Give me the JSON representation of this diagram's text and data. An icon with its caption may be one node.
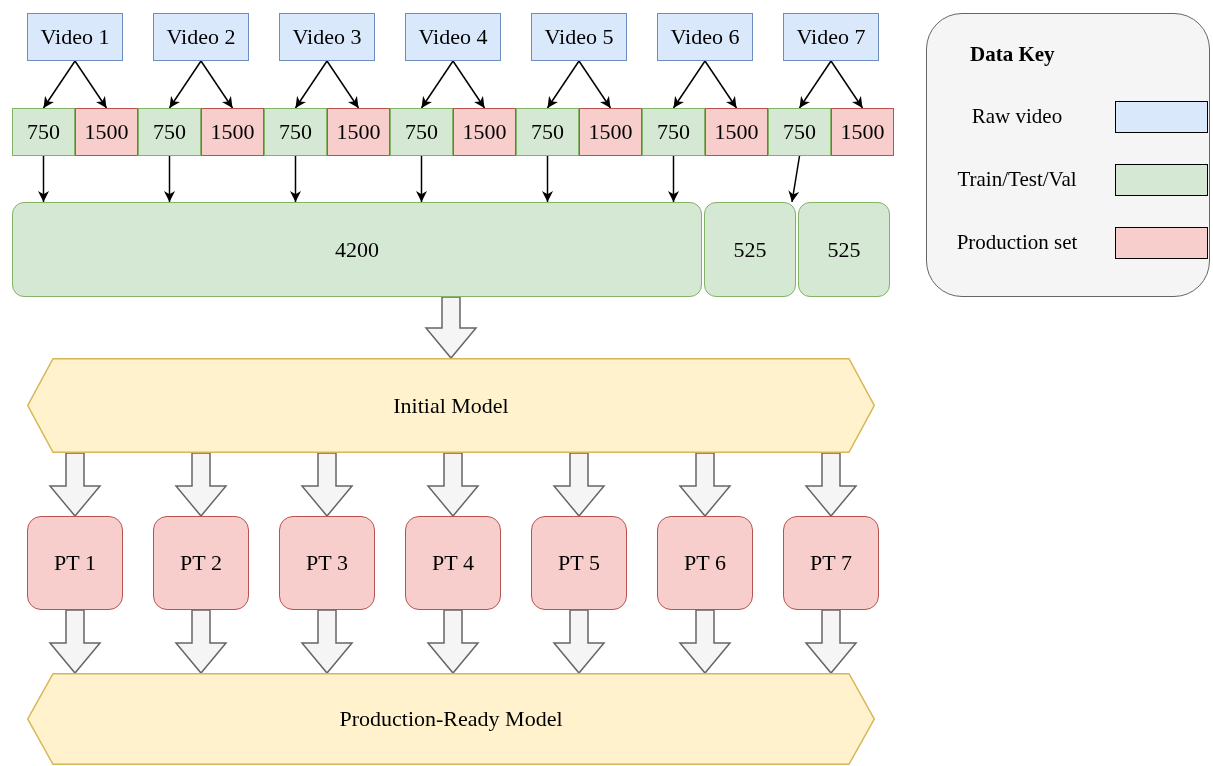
{
  "diagram": {
    "nodes": [
      {
        "text": [
          "Video 1"
        ]
      },
      {
        "text": [
          "Video 2"
        ]
      },
      {
        "text": [
          "Video 3"
        ]
      },
      {
        "text": [
          "Video 4"
        ]
      },
      {
        "text": [
          "Video 5"
        ]
      },
      {
        "text": [
          "Video 6"
        ]
      },
      {
        "text": [
          "Video 7"
        ]
      },
      {
        "text": [
          "750"
        ]
      },
      {
        "text": [
          "1500"
        ]
      },
      {
        "text": [
          "750"
        ]
      },
      {
        "text": [
          "1500"
        ]
      },
      {
        "text": [
          "750"
        ]
      },
      {
        "text": [
          "1500"
        ]
      },
      {
        "text": [
          "750"
        ]
      },
      {
        "text": [
          "1500"
        ]
      },
      {
        "text": [
          "750"
        ]
      },
      {
        "text": [
          "1500"
        ]
      },
      {
        "text": [
          "750"
        ]
      },
      {
        "text": [
          "1500"
        ]
      },
      {
        "text": [
          "750"
        ]
      },
      {
        "text": [
          "1500"
        ]
      },
      {
        "text": [
          "4200"
        ]
      },
      {
        "text": [
          "525"
        ]
      },
      {
        "text": [
          "525"
        ]
      },
      {
        "text": [
          "Initial Model"
        ]
      },
      {
        "text": [
          "PT 1"
        ]
      },
      {
        "text": [
          "PT 2"
        ]
      },
      {
        "text": [
          "PT 3"
        ]
      },
      {
        "text": [
          "PT 4"
        ]
      },
      {
        "text": [
          "PT 5"
        ]
      },
      {
        "text": [
          "PT 6"
        ]
      },
      {
        "text": [
          "PT 7"
        ]
      },
      {
        "text": [
          "Production-Ready Model"
        ]
      }
    ],
    "edges": [
      {
        "from": 0,
        "to": 7,
        "arrow": "to"
      },
      {
        "from": 0,
        "to": 8,
        "arrow": "to"
      },
      {
        "from": 1,
        "to": 9,
        "arrow": "to"
      },
      {
        "from": 1,
        "to": 10,
        "arrow": "to"
      },
      {
        "from": 2,
        "to": 11,
        "arrow": "to"
      },
      {
        "from": 2,
        "to": 12,
        "arrow": "to"
      },
      {
        "from": 3,
        "to": 13,
        "arrow": "to"
      },
      {
        "from": 3,
        "to": 14,
        "arrow": "to"
      },
      {
        "from": 4,
        "to": 15,
        "arrow": "to"
      },
      {
        "from": 4,
        "to": 16,
        "arrow": "to"
      },
      {
        "from": 5,
        "to": 17,
        "arrow": "to"
      },
      {
        "from": 5,
        "to": 18,
        "arrow": "to"
      },
      {
        "from": 6,
        "to": 19,
        "arrow": "to"
      },
      {
        "from": 6,
        "to": 20,
        "arrow": "to"
      },
      {
        "from": 7,
        "to": 21,
        "arrow": "to"
      },
      {
        "from": 9,
        "to": 21,
        "arrow": "to"
      },
      {
        "from": 11,
        "to": 21,
        "arrow": "to"
      },
      {
        "from": 13,
        "to": 21,
        "arrow": "to"
      },
      {
        "from": 15,
        "to": 21,
        "arrow": "to"
      },
      {
        "from": 17,
        "to": 21,
        "arrow": "to"
      },
      {
        "from": 19,
        "to": 22,
        "arrow": "to"
      },
      {
        "from": 21,
        "to": 24,
        "arrow": "to",
        "style": "thick"
      },
      {
        "from": 24,
        "to": 25,
        "arrow": "to",
        "style": "thick"
      },
      {
        "from": 24,
        "to": 26,
        "arrow": "to",
        "style": "thick"
      },
      {
        "from": 24,
        "to": 27,
        "arrow": "to",
        "style": "thick"
      },
      {
        "from": 24,
        "to": 28,
        "arrow": "to",
        "style": "thick"
      },
      {
        "from": 24,
        "to": 29,
        "arrow": "to",
        "style": "thick"
      },
      {
        "from": 24,
        "to": 30,
        "arrow": "to",
        "style": "thick"
      },
      {
        "from": 24,
        "to": 31,
        "arrow": "to",
        "style": "thick"
      },
      {
        "from": 25,
        "to": 32,
        "arrow": "to",
        "style": "thick"
      },
      {
        "from": 26,
        "to": 32,
        "arrow": "to",
        "style": "thick"
      },
      {
        "from": 27,
        "to": 32,
        "arrow": "to",
        "style": "thick"
      },
      {
        "from": 28,
        "to": 32,
        "arrow": "to",
        "style": "thick"
      },
      {
        "from": 29,
        "to": 32,
        "arrow": "to",
        "style": "thick"
      },
      {
        "from": 30,
        "to": 32,
        "arrow": "to",
        "style": "thick"
      },
      {
        "from": 31,
        "to": 32,
        "arrow": "to",
        "style": "thick"
      }
    ],
    "labels": [
      "Data Key"
    ],
    "legend": [
      {
        "text": "Raw video",
        "color": "#dae8fc"
      },
      {
        "text": "Train/Test/Val",
        "color": "#d5e8d4"
      },
      {
        "text": "Production set",
        "color": "#f8cecc"
      }
    ]
  }
}
